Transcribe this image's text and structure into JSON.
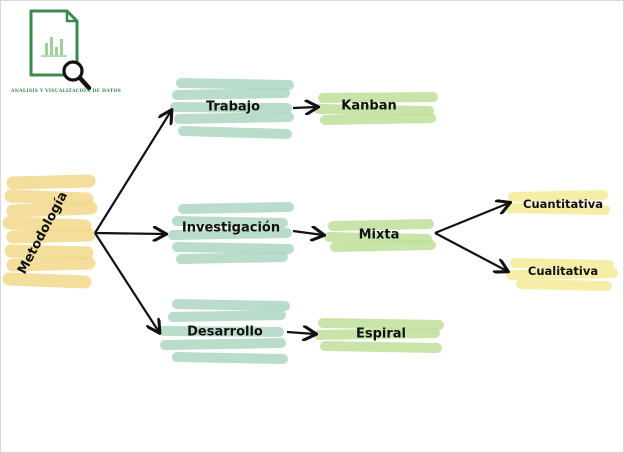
{
  "logo": {
    "icon": "document-chart-magnifier-icon",
    "caption": "ANÁLISIS Y VISUALIZACIÓN DE DATOS",
    "color": "#3a8a4f"
  },
  "colors": {
    "root_highlight": "#f2d98a",
    "level1_highlight": "#a9d4bd",
    "level2_highlight": "#bfe09a",
    "level3_highlight": "#f6ed9e",
    "arrow": "#111111",
    "text": "#111111"
  },
  "root": {
    "label": "Metodología"
  },
  "branches": [
    {
      "label": "Trabajo",
      "child": {
        "label": "Kanban"
      }
    },
    {
      "label": "Investigación",
      "child": {
        "label": "Mixta",
        "children": [
          {
            "label": "Cuantitativa"
          },
          {
            "label": "Cualitativa"
          }
        ]
      }
    },
    {
      "label": "Desarrollo",
      "child": {
        "label": "Espiral"
      }
    }
  ]
}
